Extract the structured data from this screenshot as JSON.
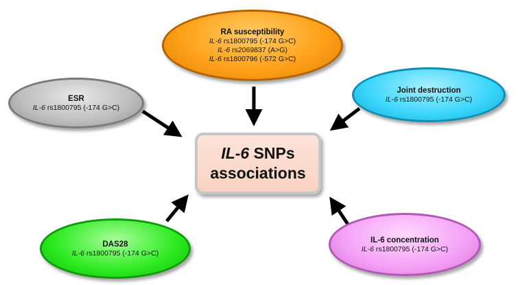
{
  "diagram": {
    "center": {
      "gene": "IL-6",
      "line1_rest": " SNPs",
      "line2": "associations"
    },
    "nodes": {
      "ra": {
        "title": "RA susceptibility",
        "items": [
          {
            "gene": "IL-6",
            "text": " rs1800795 (-174 G>C)"
          },
          {
            "gene": "IL-6",
            "text": " rs2069837 (A>G)"
          },
          {
            "gene": "IL-6",
            "text": " rs1800796 (-572 G>C)"
          }
        ]
      },
      "esr": {
        "title": "ESR",
        "items": [
          {
            "gene": "IL-6",
            "text": " rs1800795 (-174 G>C)"
          }
        ]
      },
      "joint": {
        "title": "Joint destruction",
        "items": [
          {
            "gene": "IL-6",
            "text": " rs1800795 (-174 G>C)"
          }
        ]
      },
      "das": {
        "title": "DAS28",
        "items": [
          {
            "gene": "IL-6",
            "text": " rs1800795 (-174 G>C)"
          }
        ]
      },
      "il6c": {
        "title": "IL-6 concentration",
        "items": [
          {
            "gene": "IL-6",
            "text": " rs1800795 (-174 G>C)"
          }
        ]
      }
    },
    "colors": {
      "ra": "#ffa21a",
      "esr": "#bdbdbd",
      "joint": "#38d5fb",
      "das": "#2bea1e",
      "il6c": "#f4a0f6",
      "center_fill": "#fbdacb",
      "arrow": "#000000"
    }
  }
}
